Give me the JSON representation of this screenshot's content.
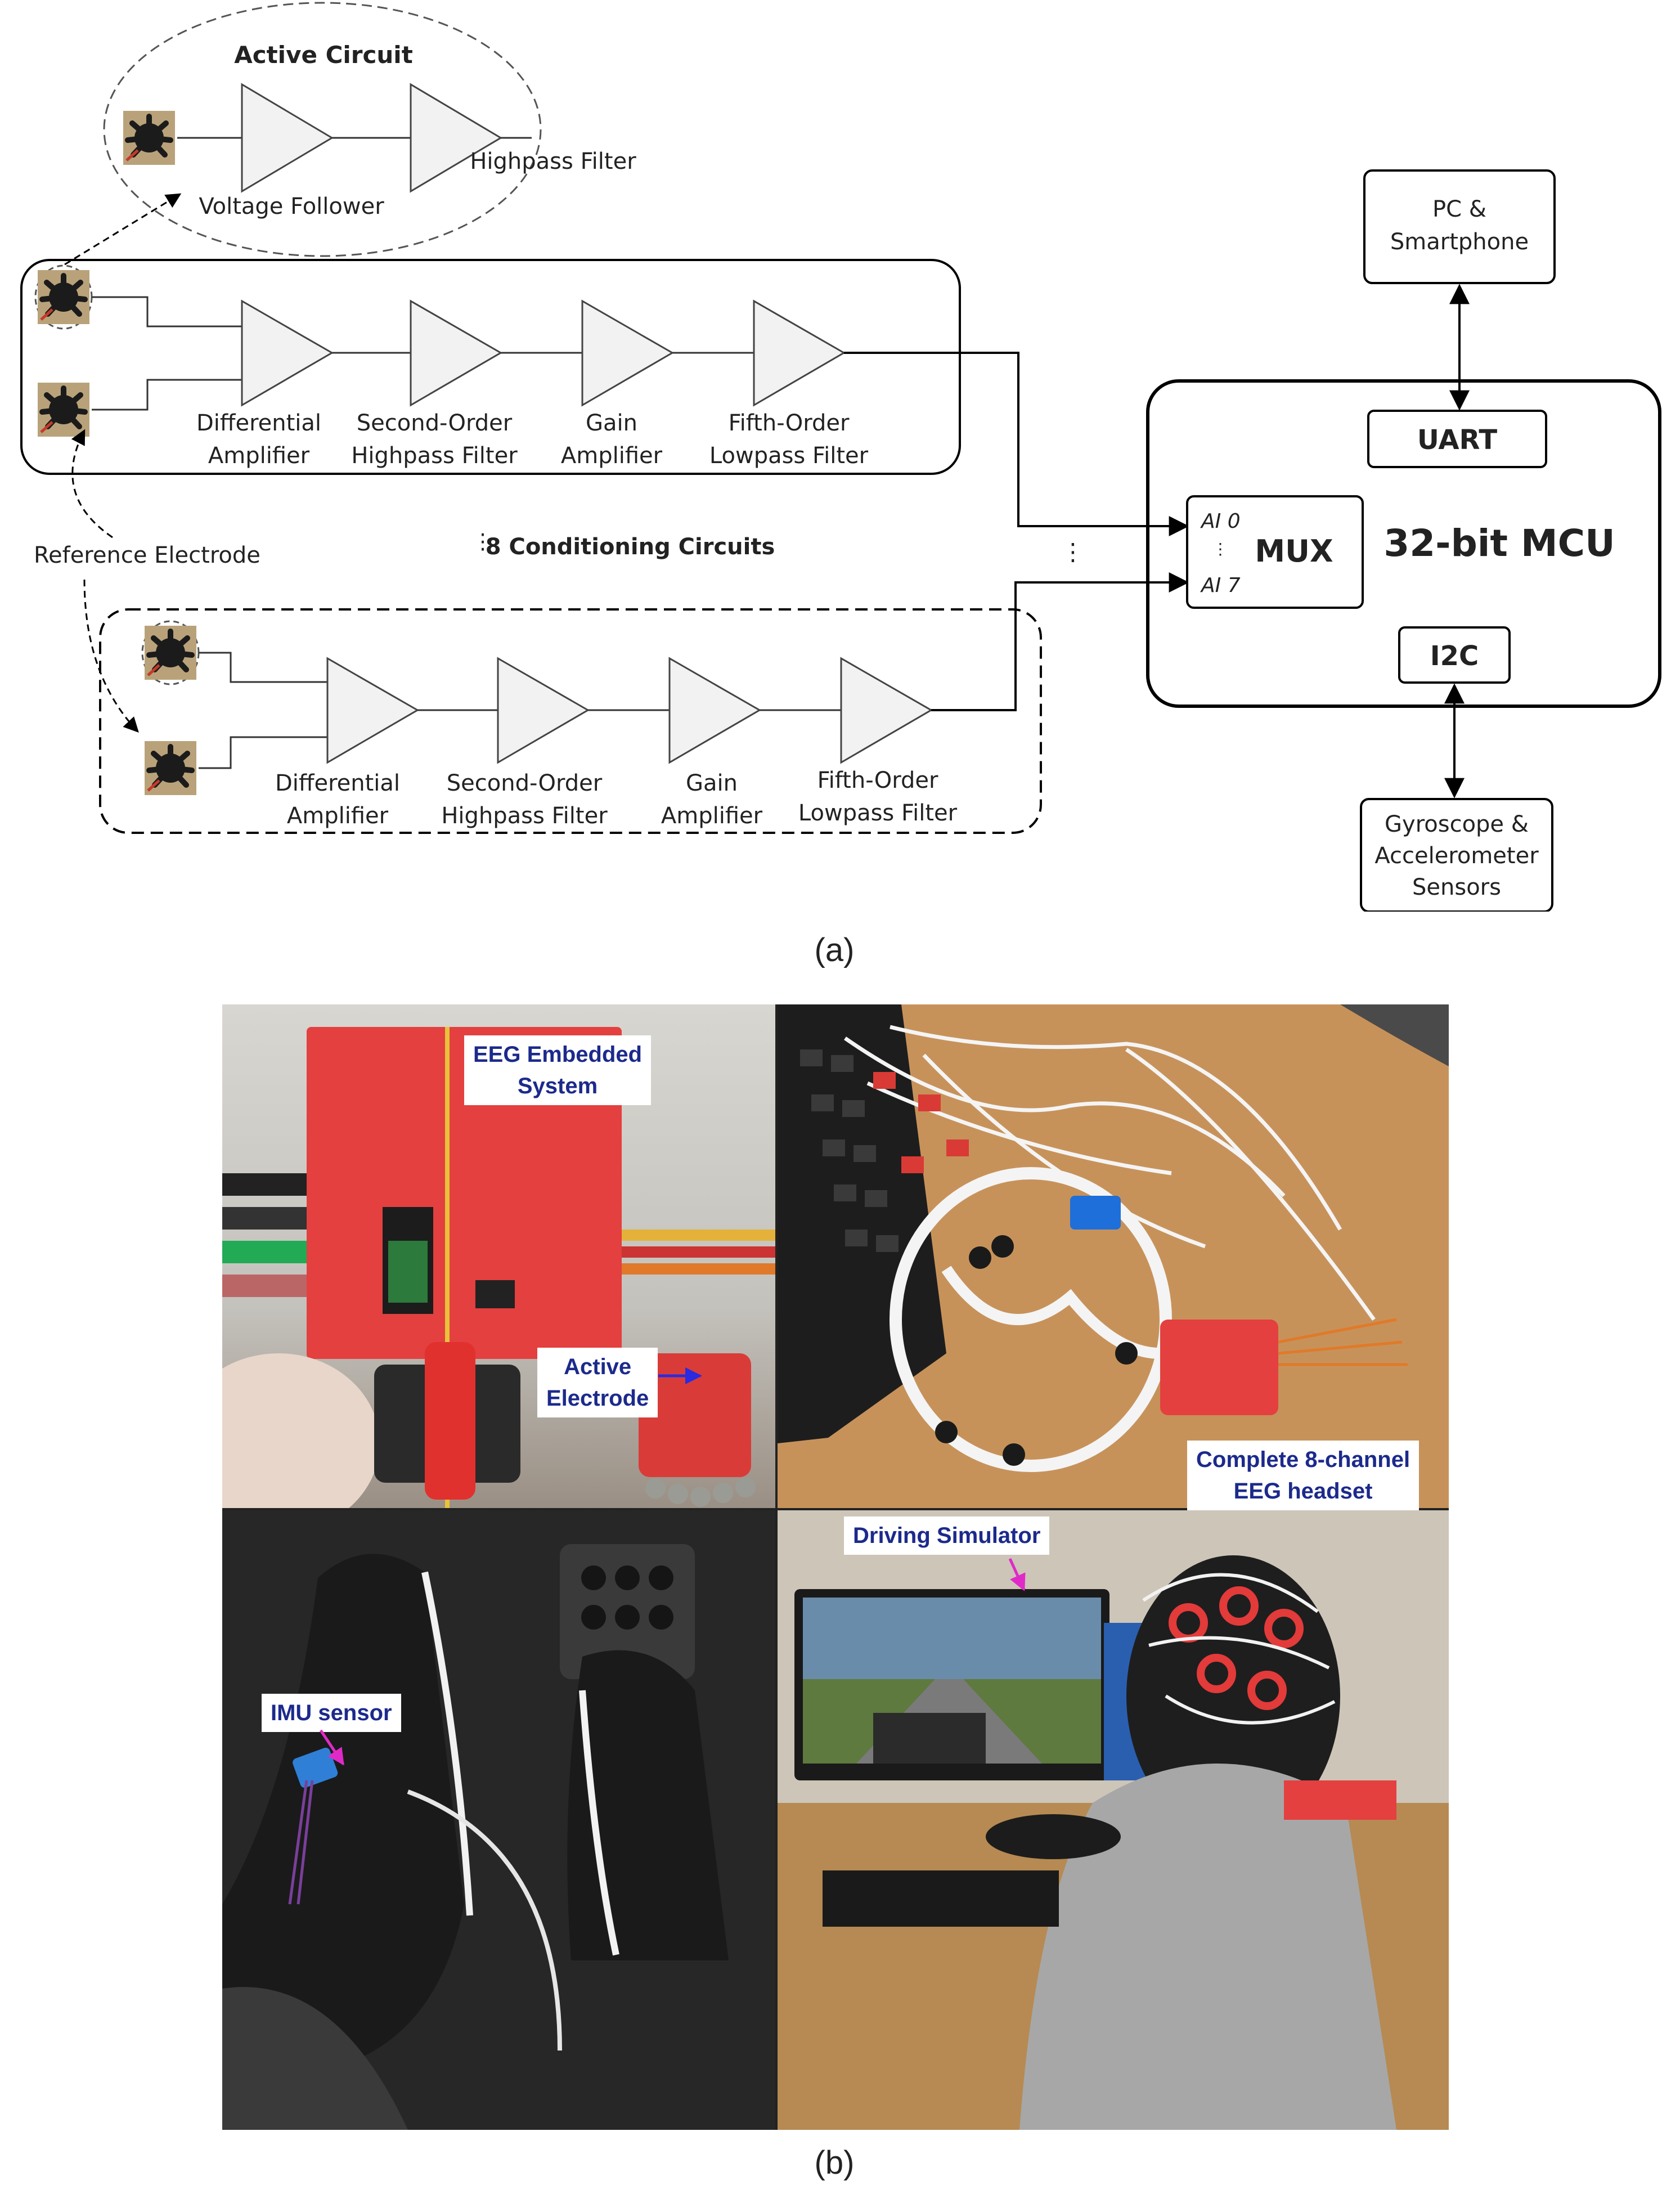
{
  "part_a": {
    "caption": "(a)",
    "active_circuit": {
      "title": "Active Circuit",
      "voltage_follower": "Voltage Follower",
      "highpass_filter": "Highpass Filter"
    },
    "conditioning_circuit": {
      "stage1": [
        "Differential",
        "Amplifier"
      ],
      "stage2": [
        "Second-Order",
        "Highpass Filter"
      ],
      "stage3": [
        "Gain",
        "Amplifier"
      ],
      "stage4": [
        "Fifth-Order",
        "Lowpass Filter"
      ]
    },
    "reference_electrode": "Reference Electrode",
    "conditioning_count": "8 Conditioning Circuits",
    "vertical_ellipsis": "⋮",
    "mux": {
      "label": "MUX",
      "in_first": "AI 0",
      "in_last": "AI 7"
    },
    "mcu": {
      "label": "32-bit MCU",
      "uart": "UART",
      "i2c": "I2C"
    },
    "pc": [
      "PC &",
      "Smartphone"
    ],
    "sensors": [
      "Gyroscope &",
      "Accelerometer",
      "Sensors"
    ]
  },
  "part_b": {
    "caption": "(b)",
    "eeg_system": [
      "EEG Embedded",
      "System"
    ],
    "active_electrode": [
      "Active",
      "Electrode"
    ],
    "headset": [
      "Complete 8-channel",
      "EEG headset"
    ],
    "imu": "IMU sensor",
    "simulator": "Driving Simulator"
  }
}
